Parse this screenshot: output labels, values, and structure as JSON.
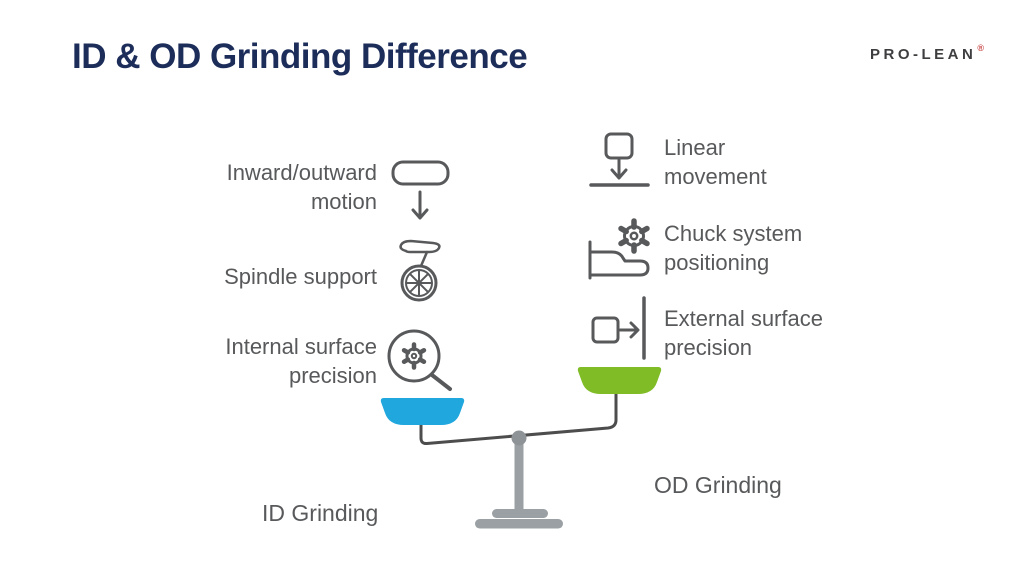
{
  "header": {
    "title": "ID & OD Grinding Difference",
    "logo": {
      "text": "PRO-LEAN",
      "reg_mark": "®"
    }
  },
  "id_side": {
    "items": [
      {
        "label": "Inward/outward\nmotion",
        "icon": "inward-outward-motion-icon"
      },
      {
        "label": "Spindle support",
        "icon": "spindle-support-icon"
      },
      {
        "label": "Internal surface\nprecision",
        "icon": "internal-surface-precision-icon"
      }
    ],
    "pan_label": "ID Grinding"
  },
  "od_side": {
    "items": [
      {
        "label": "Linear\nmovement",
        "icon": "linear-movement-icon"
      },
      {
        "label": "Chuck system\npositioning",
        "icon": "chuck-system-positioning-icon"
      },
      {
        "label": "External surface\nprecision",
        "icon": "external-surface-precision-icon"
      }
    ],
    "pan_label": "OD Grinding"
  },
  "colors": {
    "id_pan": "#1FA7DE",
    "od_pan": "#80BC26",
    "title": "#1C2D5A",
    "label_text": "#58595B",
    "icon_stroke": "#58595B",
    "scale_gray": "#9AA0A3",
    "beam": "#4D4D4D",
    "logo_reg": "#C94B4B"
  }
}
